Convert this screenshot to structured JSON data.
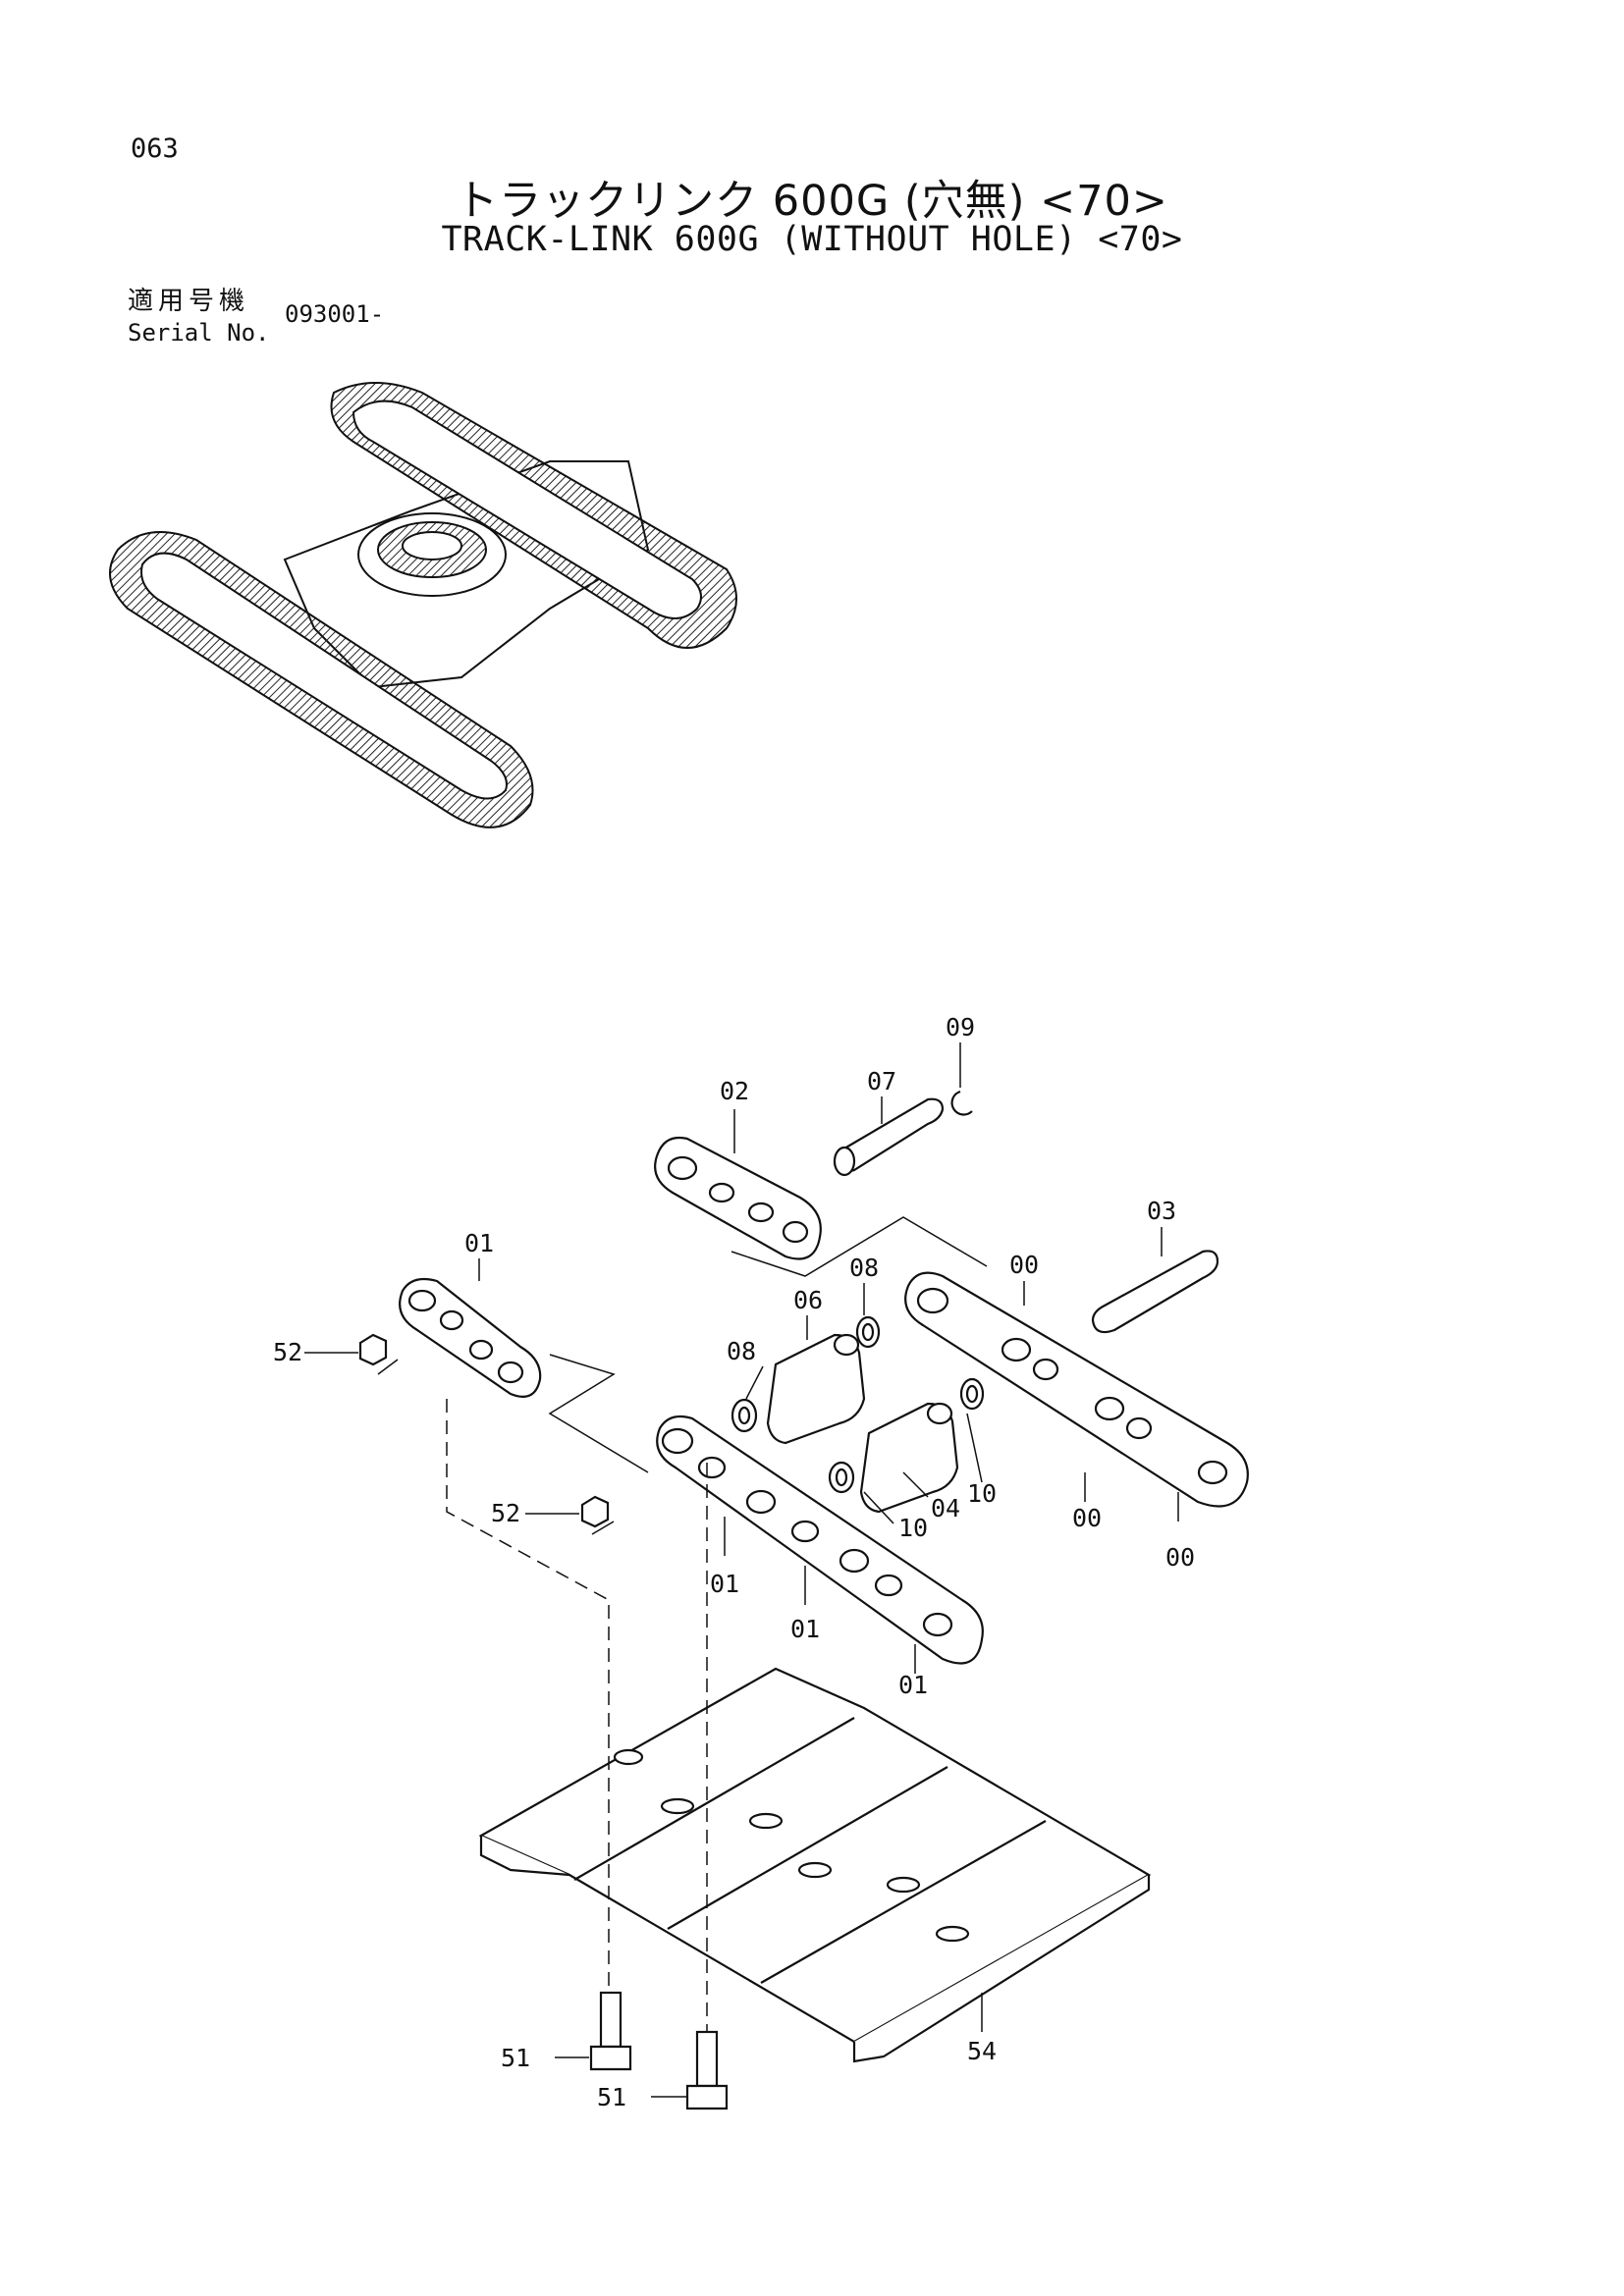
{
  "page_number": "063",
  "title_ja": "トラックリンク 600G (穴無) <70>",
  "title_en": "TRACK-LINK 600G (WITHOUT HOLE) <70>",
  "serial": {
    "label_ja": "適用号機",
    "label_en": "Serial No.",
    "value": "093001-"
  },
  "callouts": {
    "c00a": "00",
    "c00b": "00",
    "c00c": "00",
    "c01a": "01",
    "c01b": "01",
    "c01c": "01",
    "c01d": "01",
    "c02": "02",
    "c03": "03",
    "c04": "04",
    "c06": "06",
    "c07": "07",
    "c08a": "08",
    "c08b": "08",
    "c09": "09",
    "c10a": "10",
    "c10b": "10",
    "c51a": "51",
    "c51b": "51",
    "c52a": "52",
    "c52b": "52",
    "c54": "54"
  }
}
